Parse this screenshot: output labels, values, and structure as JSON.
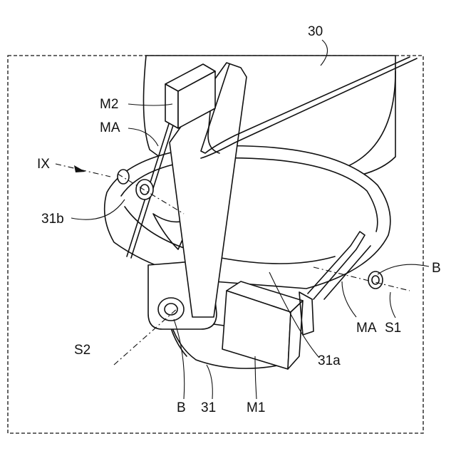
{
  "labels": {
    "ref_30": "30",
    "M2": "M2",
    "MA_top": "MA",
    "IX": "IX",
    "ref_31b": "31b",
    "B_right": "B",
    "MA_right": "MA",
    "S1": "S1",
    "S2": "S2",
    "ref_31a": "31a",
    "B_bottom": "B",
    "ref_31": "31",
    "M1": "M1"
  },
  "colors": {
    "line": "#111111",
    "background": "#ffffff"
  }
}
